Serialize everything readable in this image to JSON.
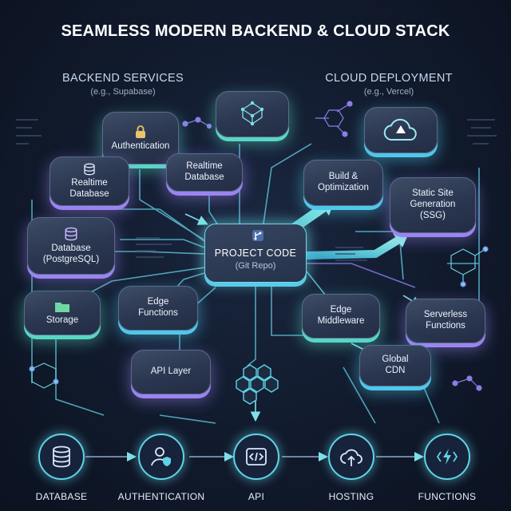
{
  "title": "SEAMLESS MODERN BACKEND & CLOUD STACK",
  "backend": {
    "heading": "BACKEND SERVICES",
    "subheading": "(e.g., Supabase)"
  },
  "cloud": {
    "heading": "CLOUD DEPLOYMENT",
    "subheading": "(e.g., Vercel)"
  },
  "nodes": {
    "authentication": "Authentication",
    "realtime_left": "Realtime\nDatabase",
    "realtime_mid": "Realtime\nDatabase",
    "database": "Database\n(PostgreSQL)",
    "storage": "Storage",
    "edge_functions": "Edge\nFunctions",
    "api_layer": "API Layer",
    "build": "Build &\nOptimization",
    "ssg": "Static Site\nGeneration\n(SSG)",
    "edge_middleware": "Edge\nMiddleware",
    "serverless": "Serverless\nFunctions",
    "global_cdn": "Global\nCDN"
  },
  "center": {
    "title": "PROJECT CODE",
    "subtitle": "(Git Repo)"
  },
  "bottom": [
    "DATABASE",
    "AUTHENTICATION",
    "API",
    "HOSTING",
    "FUNCTIONS"
  ],
  "colors": {
    "teal": "#58d6c4",
    "purple": "#9b84f0",
    "cyan": "#4fc7ea",
    "background": "#111a2c"
  }
}
